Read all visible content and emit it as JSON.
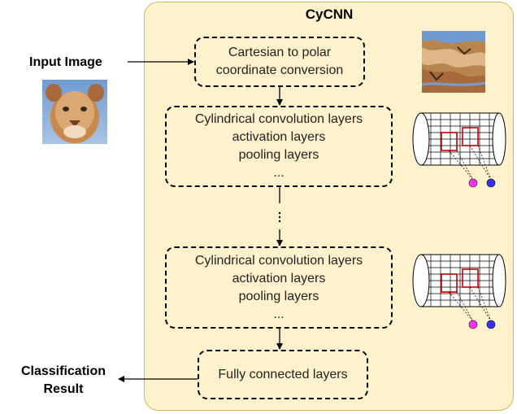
{
  "title": "CyCNN",
  "input_label": "Input Image",
  "output_label_line1": "Classification",
  "output_label_line2": "Result",
  "boxes": {
    "polar": {
      "line1": "Cartesian to polar",
      "line2": "coordinate conversion"
    },
    "block1": {
      "line1": "Cylindrical convolution layers",
      "line2": "activation layers",
      "line3": "pooling layers",
      "line4": "..."
    },
    "block2": {
      "line1": "Cylindrical convolution layers",
      "line2": "activation layers",
      "line3": "pooling layers",
      "line4": "..."
    },
    "fc": {
      "line1": "Fully connected layers"
    }
  },
  "colors": {
    "panel_fill": "#fff2cc",
    "panel_stroke": "#d6b656",
    "filter_box": "#c00000",
    "node_pink": "#ff33ff",
    "node_blue": "#3333ff"
  },
  "icons": [
    "lion-image",
    "polar-lion-image",
    "cylinder-grid-icon",
    "neuron-node-icon"
  ]
}
